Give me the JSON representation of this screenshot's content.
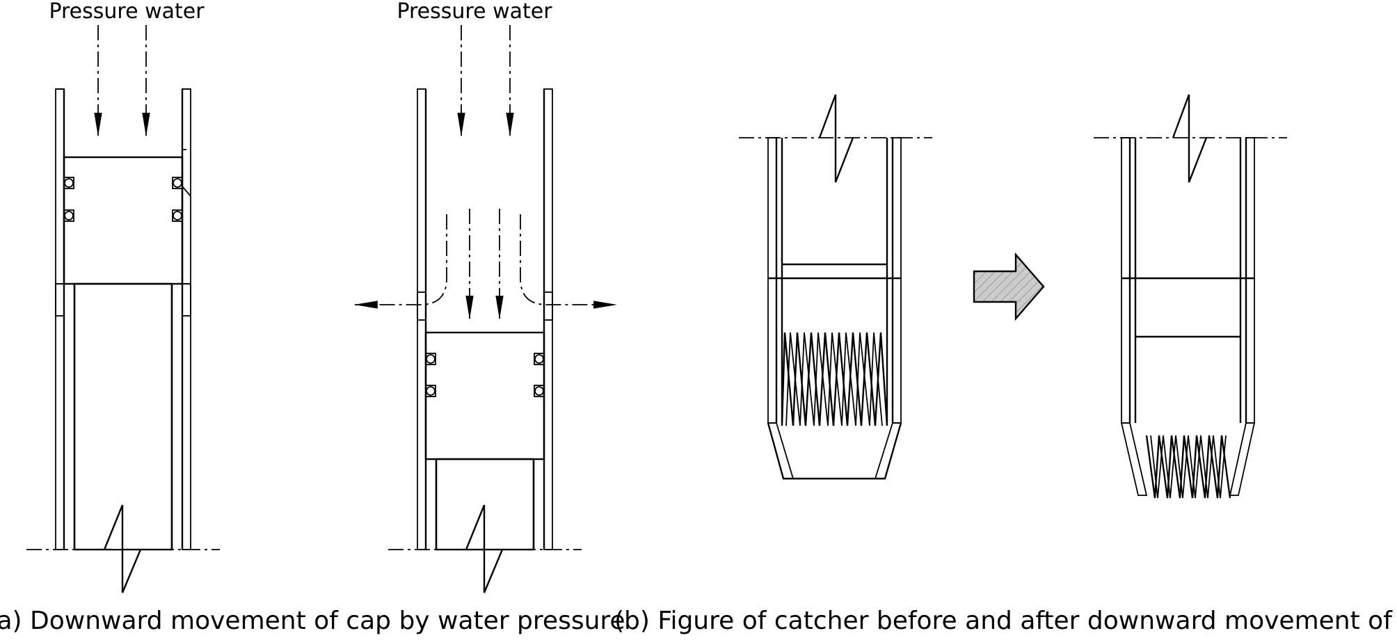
{
  "labels": {
    "pressure_water_1": "Pressure water",
    "pressure_water_2": "Pressure water",
    "caption_a": "(a) Downward movement of cap by water pressure",
    "caption_b": "(b) Figure of catcher before and after downward movement of cap"
  },
  "colors": {
    "line": "#000000",
    "arrow_fill": "#cccccc",
    "background": "#ffffff"
  },
  "icons": {
    "transition": "right-arrow-icon"
  }
}
